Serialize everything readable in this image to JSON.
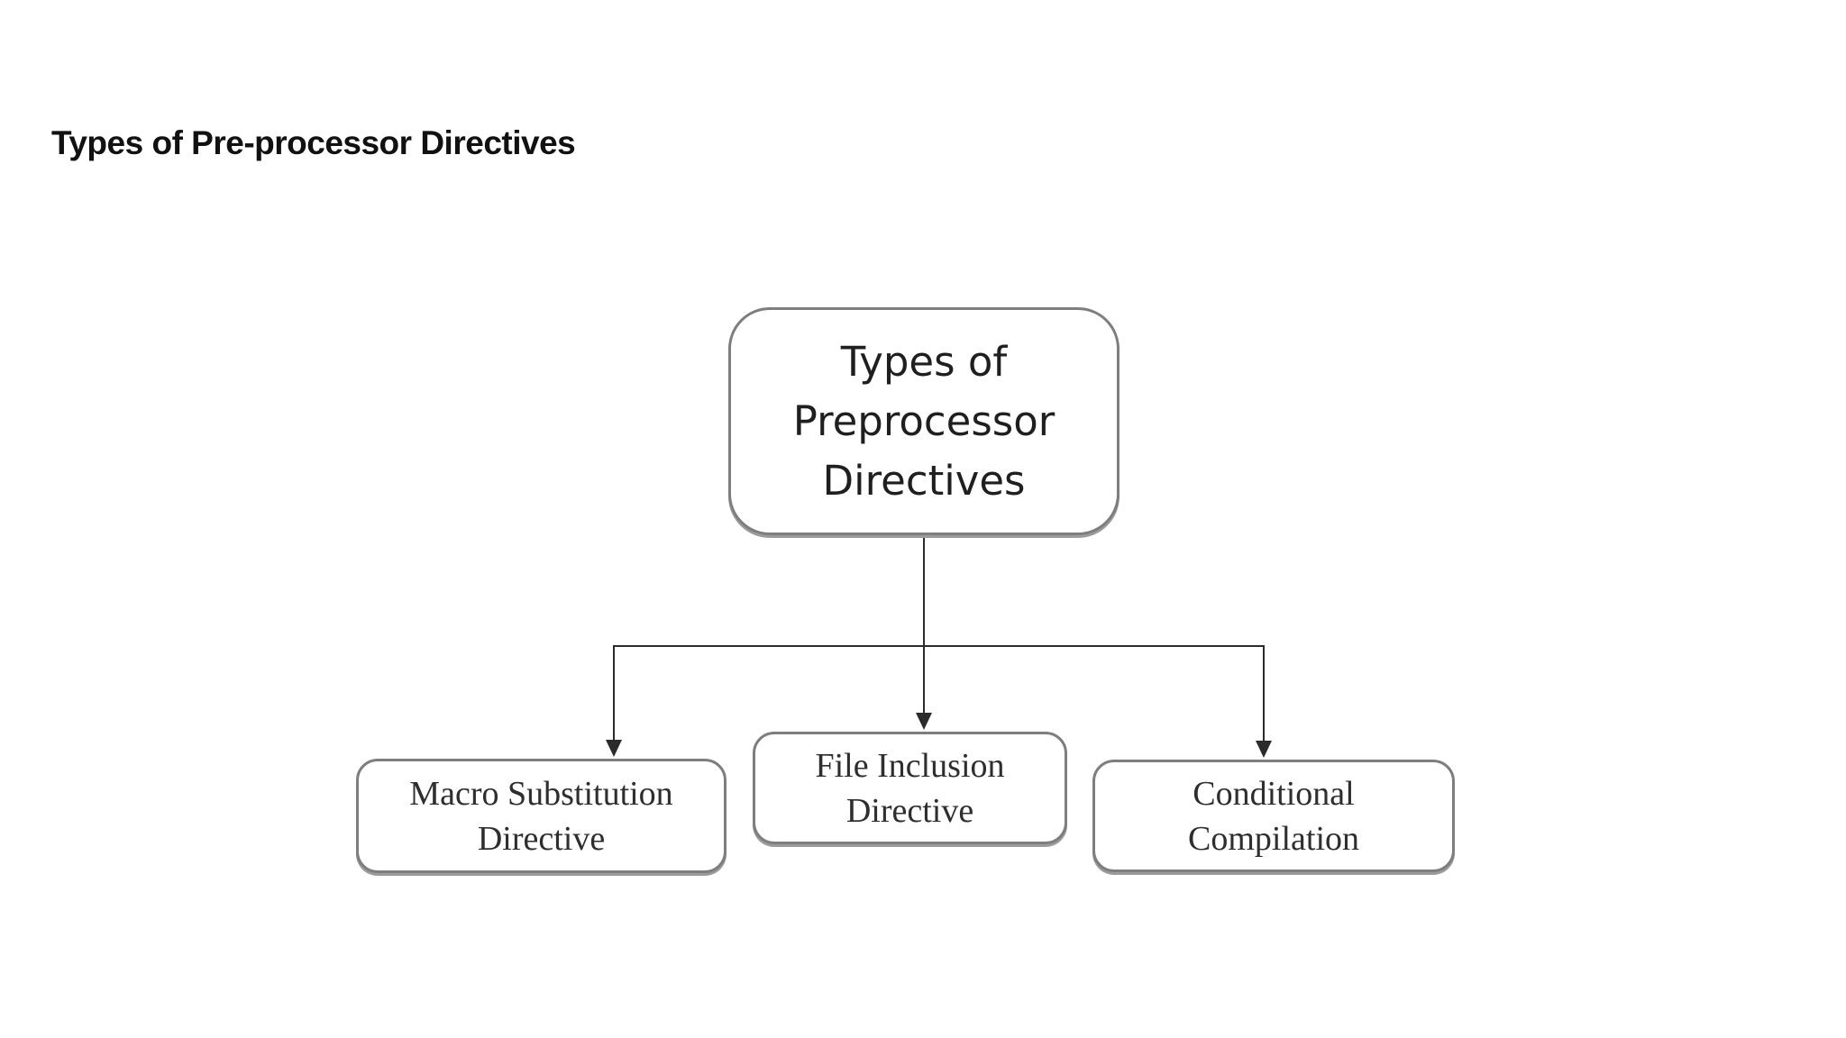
{
  "colors": {
    "box-border": "#7e7e7e",
    "connector": "#2b2b2b",
    "heading-text": "#111111",
    "box-text": "#1f1f1f",
    "child-text": "#2e2e2e",
    "background": "#ffffff"
  },
  "heading": {
    "title": "Types of Pre-processor Directives"
  },
  "diagram": {
    "type": "flowchart",
    "root_box": {
      "line1": "Types of",
      "line2": "Preprocessor",
      "line3": "Directives"
    },
    "macro_box": {
      "line1": "Macro Substitution",
      "line2": "Directive"
    },
    "file_box": {
      "line1": "File Inclusion",
      "line2": "Directive"
    },
    "conditional_box": {
      "line1": "Conditional",
      "line2": "Compilation"
    }
  }
}
